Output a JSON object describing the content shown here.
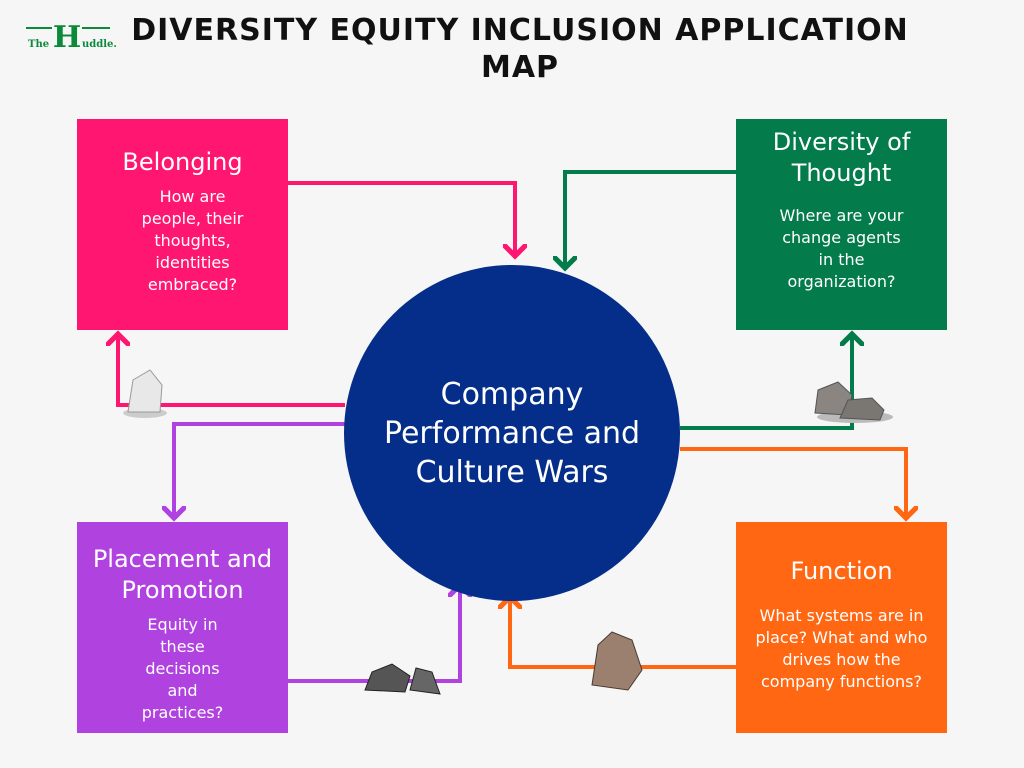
{
  "logo": {
    "text_left": "The",
    "letter": "H",
    "text_right": "uddle."
  },
  "title": "DIVERSITY EQUITY INCLUSION APPLICATION MAP",
  "center": {
    "label": "Company Performance and Culture Wars"
  },
  "boxes": {
    "belonging": {
      "title": "Belonging",
      "text": "How are people, their thoughts, identities embraced?",
      "color": "#ff1670"
    },
    "diversity": {
      "title": "Diversity of Thought",
      "text": "Where are your change agents in the organization?",
      "color": "#037b4b"
    },
    "placement": {
      "title": "Placement and Promotion",
      "text": "Equity in these decisions and practices?",
      "color": "#b042e0"
    },
    "function": {
      "title": "Function",
      "text": "What systems are in place? What and who drives how the company functions?",
      "color": "#ff6713"
    }
  },
  "icons": [
    "rock-icon"
  ]
}
